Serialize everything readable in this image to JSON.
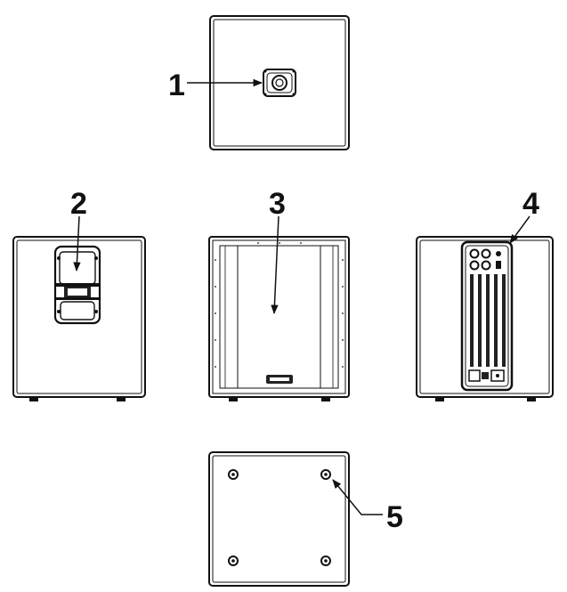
{
  "callouts": [
    {
      "id": "1",
      "label": "1"
    },
    {
      "id": "2",
      "label": "2"
    },
    {
      "id": "3",
      "label": "3"
    },
    {
      "id": "4",
      "label": "4"
    },
    {
      "id": "5",
      "label": "5"
    }
  ],
  "colors": {
    "stroke": "#111111",
    "background": "#ffffff",
    "panel": "#222222"
  }
}
